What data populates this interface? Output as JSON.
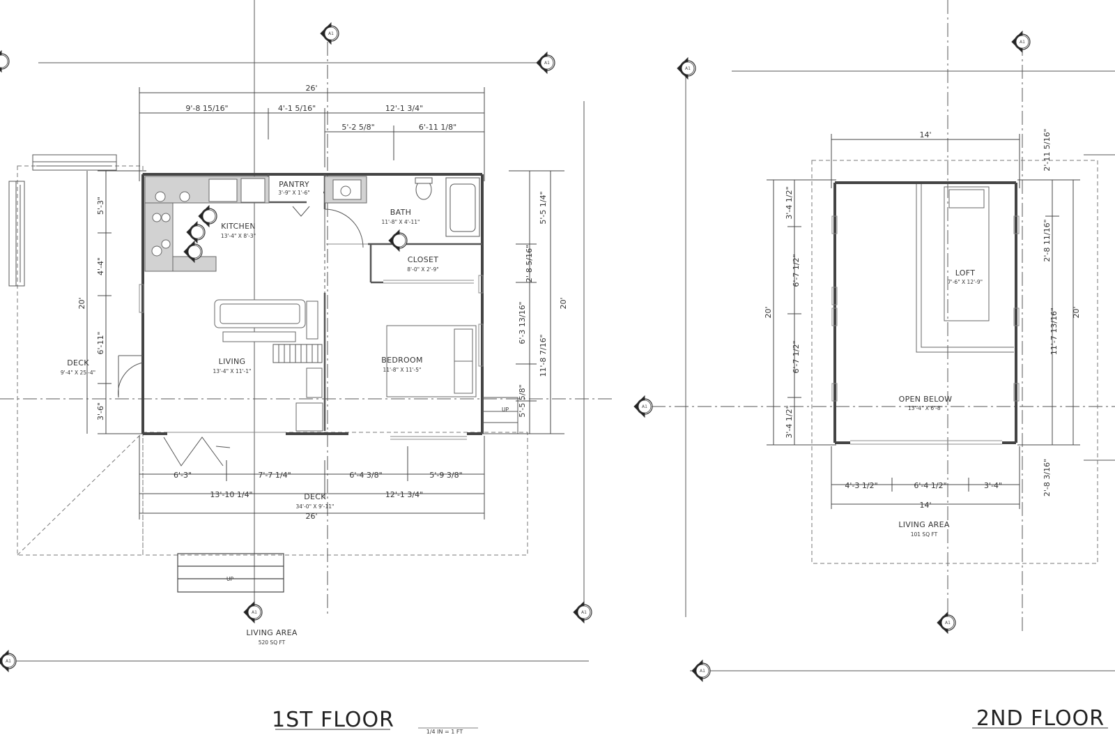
{
  "first_floor": {
    "title": "1ST FLOOR",
    "scale": "1/4 IN = 1 FT",
    "living_area_label": "LIVING AREA",
    "living_area_value": "520 SQ FT",
    "rooms": {
      "kitchen": {
        "name": "KITCHEN",
        "size": "13'-4\" X 8'-3\""
      },
      "pantry": {
        "name": "PANTRY",
        "size": "3'-9\" X 1'-6\""
      },
      "bath": {
        "name": "BATH",
        "size": "11'-8\" X 4'-11\""
      },
      "closet": {
        "name": "CLOSET",
        "size": "8'-0\" X 2'-9\""
      },
      "living": {
        "name": "LIVING",
        "size": "13'-4\" X 11'-1\""
      },
      "bedroom": {
        "name": "BEDROOM",
        "size": "11'-8\" X 11'-5\""
      },
      "deck_left": {
        "name": "DECK",
        "size": "9'-4\" X 25'-4\""
      },
      "deck_front": {
        "name": "DECK",
        "size": "34'-0\" X 9'-11\""
      }
    },
    "stair_labels": {
      "up": "UP"
    },
    "dims": {
      "overall_top": "26'",
      "top_a": "9'-8 15/16\"",
      "top_b": "4'-1 5/16\"",
      "top_c": "12'-1 3/4\"",
      "top_d": "5'-2 5/8\"",
      "top_e": "6'-11 1/8\"",
      "left_a": "5'-3\"",
      "left_b": "4'-4\"",
      "left_overall": "20'",
      "left_c": "6'-11\"",
      "left_d": "3'-6\"",
      "right_a": "5'-5 1/4\"",
      "right_b": "2'-8 5/16\"",
      "right_c": "6'-3 13/16\"",
      "right_d": "11'-8 7/16\"",
      "right_e": "5'-5 5/8\"",
      "right_overall": "20'",
      "bottom_a": "6'-3\"",
      "bottom_b": "7'-7 1/4\"",
      "bottom_c": "6'-4 3/8\"",
      "bottom_d": "5'-9 3/8\"",
      "bottom_e": "13'-10 1/4\"",
      "bottom_f": "12'-1 3/4\"",
      "overall_bottom": "26'"
    }
  },
  "second_floor": {
    "title": "2ND FLOOR",
    "living_area_label": "LIVING AREA",
    "living_area_value": "101 SQ FT",
    "rooms": {
      "loft": {
        "name": "LOFT",
        "size": "7'-6\" X 12'-9\""
      },
      "open_below": {
        "name": "OPEN BELOW",
        "size": "13'-4\" X 6'-8\""
      }
    },
    "dims": {
      "top": "14'",
      "left_a": "3'-4 1/2\"",
      "left_b": "6'-7 1/2\"",
      "left_overall": "20'",
      "left_c": "6'-7 1/2\"",
      "left_d": "3'-4 1/2\"",
      "right_a": "2'-11 5/16\"",
      "right_b": "2'-8 11/16\"",
      "right_c": "11'-7 13/16\"",
      "right_overall": "20'",
      "right_d": "2'-8 3/16\"",
      "bottom_a": "4'-3 1/2\"",
      "bottom_b": "6'-4 1/2\"",
      "bottom_c": "3'-4\"",
      "bottom_overall": "14'"
    }
  },
  "grid_ref": "A1",
  "colors": {
    "line": "#333333",
    "wall": "#444444",
    "counter": "#cfcfcf"
  }
}
